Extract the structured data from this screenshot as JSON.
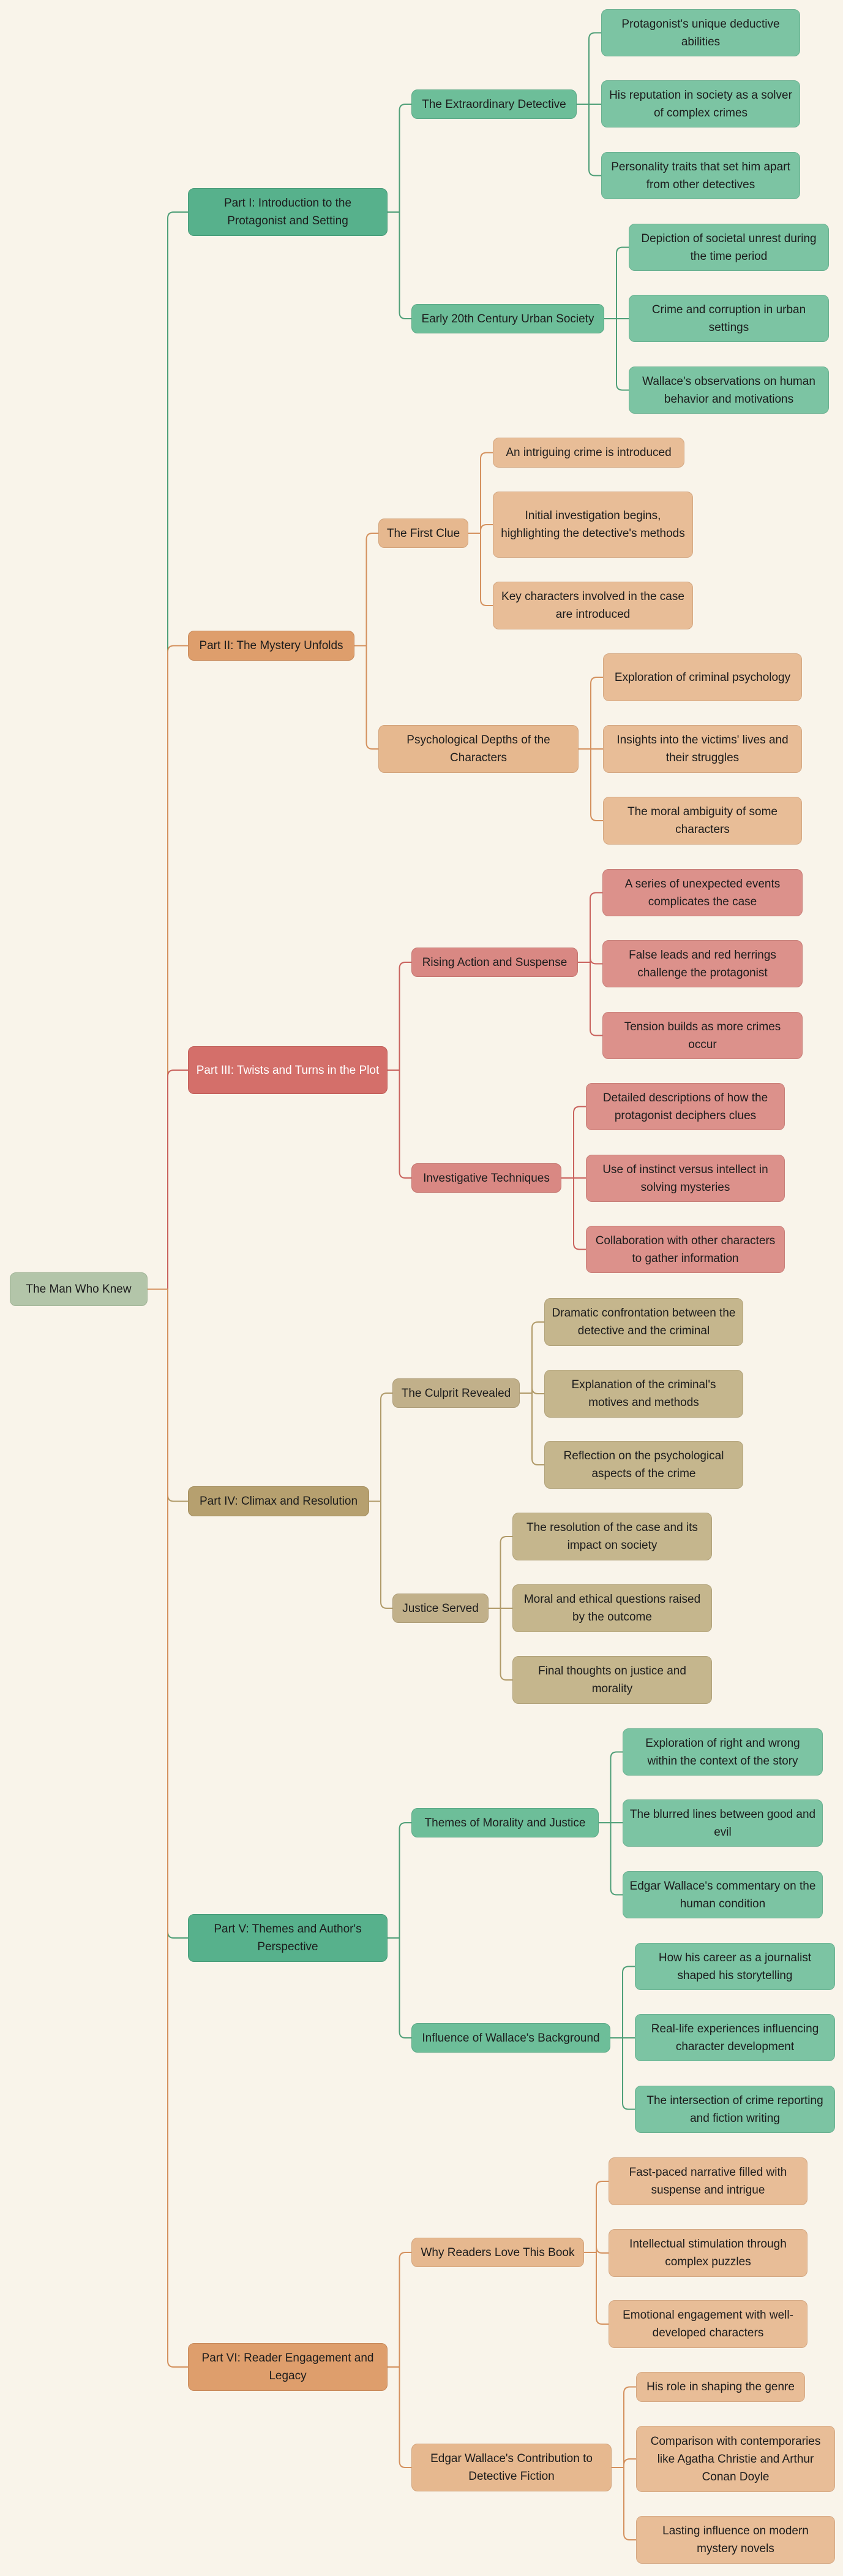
{
  "root": "The Man Who Knew",
  "colors": {
    "green": "#4f9f78",
    "orange": "#d4915e",
    "red": "#c9625d",
    "olive": "#b09a69"
  },
  "parts": [
    {
      "label": "Part I: Introduction to the Protagonist and Setting",
      "subs": [
        {
          "label": "The Extraordinary Detective",
          "leaves": [
            "Protagonist's unique deductive abilities",
            "His reputation in society as a solver of complex crimes",
            "Personality traits that set him apart from other detectives"
          ]
        },
        {
          "label": "Early 20th Century Urban Society",
          "leaves": [
            "Depiction of societal unrest during the time period",
            "Crime and corruption in urban settings",
            "Wallace's observations on human behavior and motivations"
          ]
        }
      ]
    },
    {
      "label": "Part II: The Mystery Unfolds",
      "subs": [
        {
          "label": "The First Clue",
          "leaves": [
            "An intriguing crime is introduced",
            "Initial investigation begins, highlighting the detective's methods",
            "Key characters involved in the case are introduced"
          ]
        },
        {
          "label": "Psychological Depths of the Characters",
          "leaves": [
            "Exploration of criminal psychology",
            "Insights into the victims' lives and their struggles",
            "The moral ambiguity of some characters"
          ]
        }
      ]
    },
    {
      "label": "Part III: Twists and Turns in the Plot",
      "subs": [
        {
          "label": "Rising Action and Suspense",
          "leaves": [
            "A series of unexpected events complicates the case",
            "False leads and red herrings challenge the protagonist",
            "Tension builds as more crimes occur"
          ]
        },
        {
          "label": "Investigative Techniques",
          "leaves": [
            "Detailed descriptions of how the protagonist deciphers clues",
            "Use of instinct versus intellect in solving mysteries",
            "Collaboration with other characters to gather information"
          ]
        }
      ]
    },
    {
      "label": "Part IV: Climax and Resolution",
      "subs": [
        {
          "label": "The Culprit Revealed",
          "leaves": [
            "Dramatic confrontation between the detective and the criminal",
            "Explanation of the criminal's motives and methods",
            "Reflection on the psychological aspects of the crime"
          ]
        },
        {
          "label": "Justice Served",
          "leaves": [
            "The resolution of the case and its impact on society",
            "Moral and ethical questions raised by the outcome",
            "Final thoughts on justice and morality"
          ]
        }
      ]
    },
    {
      "label": "Part V: Themes and Author's Perspective",
      "subs": [
        {
          "label": "Themes of Morality and Justice",
          "leaves": [
            "Exploration of right and wrong within the context of the story",
            "The blurred lines between good and evil",
            "Edgar Wallace's commentary on the human condition"
          ]
        },
        {
          "label": "Influence of Wallace's Background",
          "leaves": [
            "How his career as a journalist shaped his storytelling",
            "Real-life experiences influencing character development",
            "The intersection of crime reporting and fiction writing"
          ]
        }
      ]
    },
    {
      "label": "Part VI: Reader Engagement and Legacy",
      "subs": [
        {
          "label": "Why Readers Love This Book",
          "leaves": [
            "Fast-paced narrative filled with suspense and intrigue",
            "Intellectual stimulation through complex puzzles",
            "Emotional engagement with well-developed characters"
          ]
        },
        {
          "label": "Edgar Wallace's Contribution to Detective Fiction",
          "leaves": [
            "His role in shaping the genre",
            "Comparison with contemporaries like Agatha Christie and Arthur Conan Doyle",
            "Lasting influence on modern mystery novels"
          ]
        }
      ]
    }
  ]
}
